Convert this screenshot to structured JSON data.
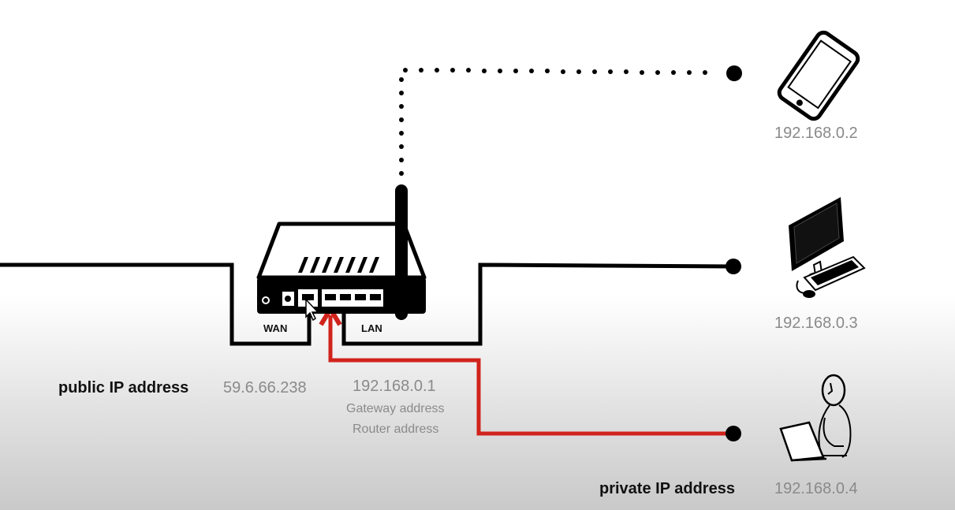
{
  "labels": {
    "wan": "WAN",
    "lan": "LAN",
    "public_ip_label": "public IP address",
    "public_ip": "59.6.66.238",
    "gateway_ip": "192.168.0.1",
    "gateway_caption": "Gateway address",
    "router_caption": "Router address",
    "private_ip_label": "private IP address"
  },
  "devices": [
    {
      "name": "phone",
      "icon": "smartphone-icon",
      "ip": "192.168.0.2",
      "link": "wireless"
    },
    {
      "name": "desktop",
      "icon": "desktop-computer-icon",
      "ip": "192.168.0.3",
      "link": "wired"
    },
    {
      "name": "laptop-user",
      "icon": "person-laptop-icon",
      "ip": "192.168.0.4",
      "link": "wired-highlighted"
    }
  ],
  "colors": {
    "wire": "#000000",
    "highlight": "#d0231c",
    "ip_text": "#8a8a8a"
  }
}
